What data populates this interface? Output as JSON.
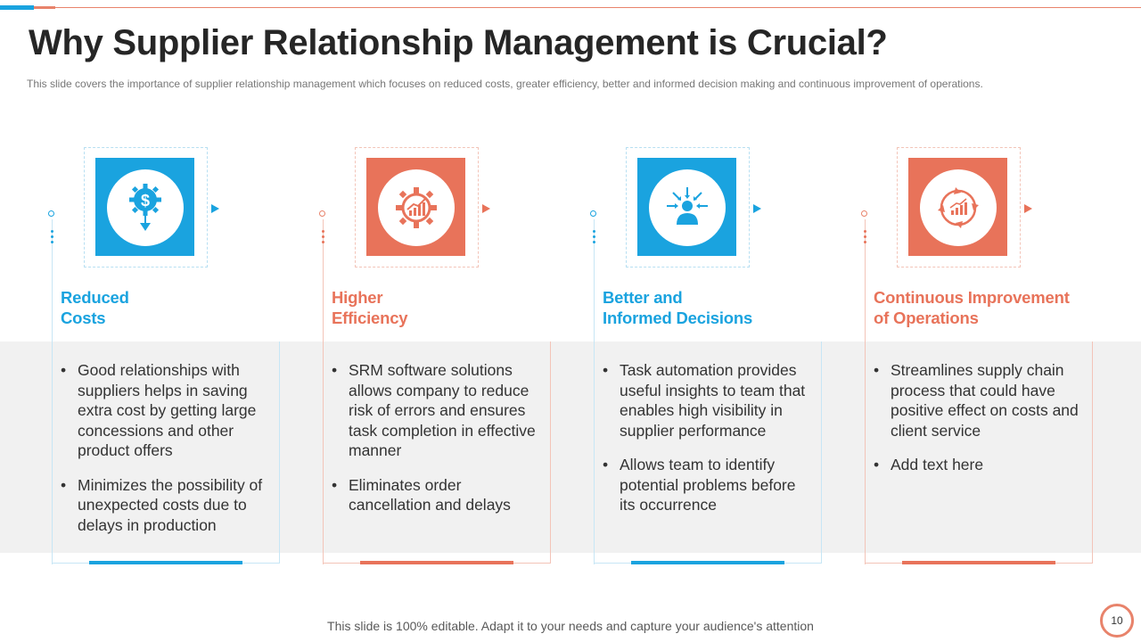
{
  "slide": {
    "title": "Why Supplier Relationship Management is Crucial?",
    "subtitle": "This slide covers the importance of supplier relationship management which focuses on reduced costs, greater efficiency, better and informed decision making and continuous improvement  of operations.",
    "footer": "This slide is 100% editable. Adapt it to your needs and capture your audience's attention",
    "page_number": "10"
  },
  "colors": {
    "blue": "#1aa3df",
    "orange": "#e8735a",
    "band": "#f1f1f1",
    "title": "#262626"
  },
  "columns": [
    {
      "theme": "blue",
      "icon": "dollar-gear-icon",
      "heading_line1": "Reduced",
      "heading_line2": "Costs",
      "bullets": [
        "Good relationships with suppliers helps in saving extra cost by getting large concessions and other product offers",
        "Minimizes the possibility of unexpected costs due to delays in production"
      ]
    },
    {
      "theme": "orange",
      "icon": "gear-chart-icon",
      "heading_line1": "Higher",
      "heading_line2": "Efficiency",
      "bullets": [
        "SRM software solutions allows company to reduce risk of errors and ensures task completion in effective manner",
        "Eliminates order cancellation and delays"
      ]
    },
    {
      "theme": "blue",
      "icon": "person-focus-icon",
      "heading_line1": "Better and",
      "heading_line2": "Informed Decisions",
      "bullets": [
        "Task automation provides useful insights to team that enables high visibility in supplier performance",
        "Allows team to identify potential problems before its occurrence"
      ]
    },
    {
      "theme": "orange",
      "icon": "improvement-cycle-icon",
      "heading_line1": "Continuous Improvement",
      "heading_line2": "of Operations",
      "bullets": [
        "Streamlines supply chain process that could have positive effect on costs and client service",
        "Add text here"
      ]
    }
  ]
}
